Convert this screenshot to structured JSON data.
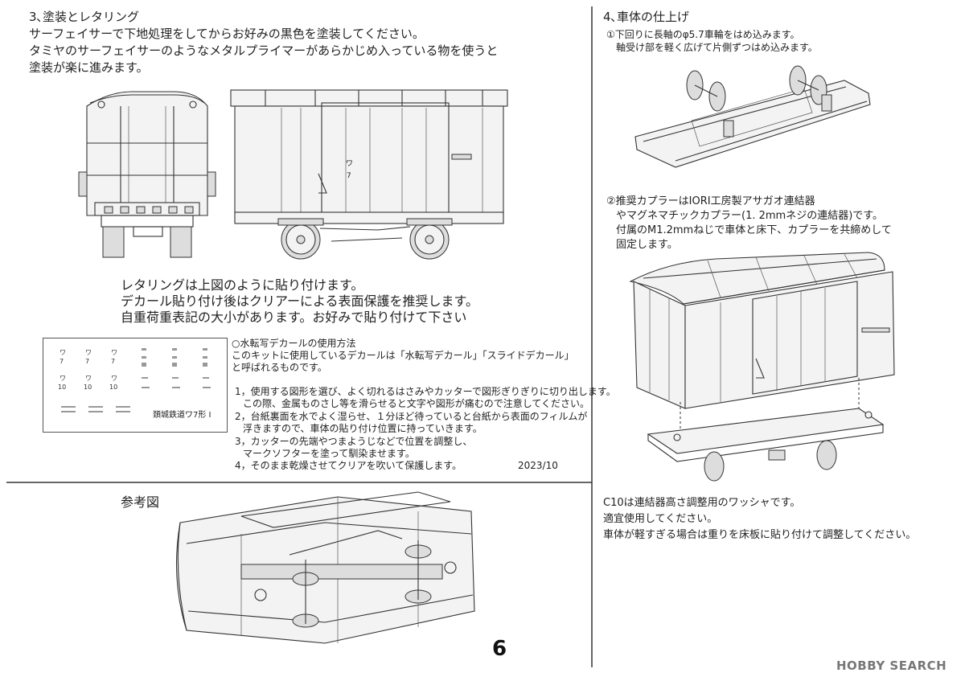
{
  "section3": {
    "heading": "3､塗装とレタリング",
    "line1": "サーフェイサーで下地処理をしてからお好みの黒色を塗装してください。",
    "line2": "タミヤのサーフェイサーのようなメタルプライマーがあらかじめ入っている物を使うと",
    "line3": "塗装が楽に進みます。"
  },
  "lettering": {
    "line1": "レタリングは上図のように貼り付けます。",
    "line2": "デカール貼り付け後はクリアーによる表面保護を推奨します。",
    "line3": "自重荷重表記の大小があります。お好みで貼り付けて下さい"
  },
  "decal_sheet": {
    "wa": "ワ",
    "seven": "7",
    "ten": "10",
    "name": "頚城鉄道ワ7形 Ⅰ"
  },
  "water_decal": {
    "title": "○水転写デカールの使用方法",
    "intro1": "このキットに使用しているデカールは「水転写デカール」「スライドデカール」",
    "intro2": "と呼ばれるものです。",
    "step1a": "1，使用する図形を選び、よく切れるはさみやカッターで図形ぎりぎりに切り出します。",
    "step1b": "この際、金属ものさし等を滑らせると文字や図形が痛むので注意してください。",
    "step2a": "2，台紙裏面を水でよく湿らせ、１分ほど待っていると台紙から表面のフィルムが",
    "step2b": "浮きますので、車体の貼り付け位置に持っていきます。",
    "step3a": "3，カッターの先端やつまようじなどで位置を調整し、",
    "step3b": "マークソフターを塗って馴染ませます。",
    "step4": "4，そのまま乾燥させてクリアを吹いて保護します。",
    "date": "2023/10"
  },
  "reference": {
    "title": "参考図"
  },
  "page_number": "6",
  "section4": {
    "heading": "4､車体の仕上げ",
    "step1a": "①下回りに長軸のφ5.7車輪をはめ込みます。",
    "step1b": "軸受け部を軽く広げて片側ずつはめ込みます。",
    "step2a": "②推奨カプラーはIORI工房製アサガオ連結器",
    "step2b": "やマグネマチックカプラー(1. 2mmネジの連結器)です。",
    "step2c": "付属のM1.2mmねじで車体と床下、カプラーを共締めして",
    "step2d": "固定します。",
    "c10a": "C10は連結器高さ調整用のワッシャです。",
    "c10b": "適宜使用してください。",
    "c10c": "車体が軽すぎる場合は重りを床板に貼り付けて調整してください。"
  },
  "watermark": "HOBBY SEARCH"
}
